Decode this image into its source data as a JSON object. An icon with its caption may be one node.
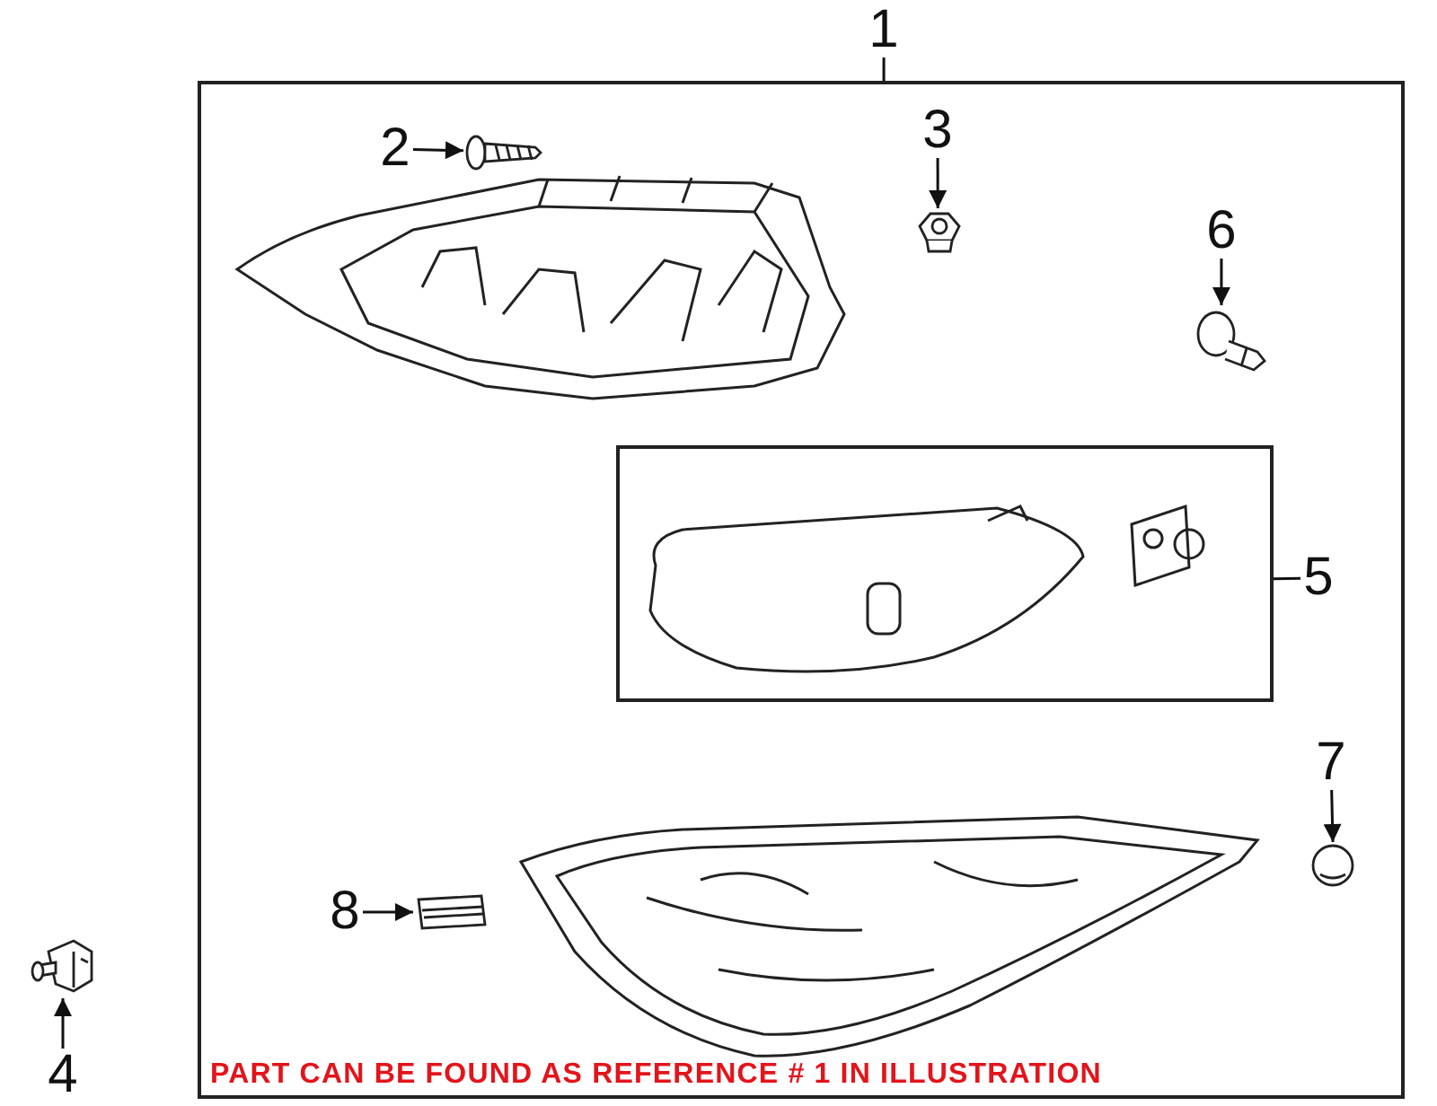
{
  "diagram": {
    "nodes": [
      {
        "text": [
          "1"
        ]
      },
      {
        "text": [],
        "shape": "box"
      },
      {
        "text": [
          "2"
        ],
        "in": 1
      },
      {
        "text": [],
        "shape": "picture",
        "in": 1
      },
      {
        "text": [
          "3"
        ],
        "in": 1
      },
      {
        "text": [],
        "shape": "picture",
        "in": 1
      },
      {
        "text": [
          "6"
        ],
        "in": 1
      },
      {
        "text": [],
        "shape": "picture",
        "in": 1
      },
      {
        "text": [],
        "shape": "box",
        "in": 1
      },
      {
        "text": [
          "5"
        ],
        "in": 1
      },
      {
        "text": [
          "7"
        ],
        "in": 1
      },
      {
        "text": [],
        "shape": "picture",
        "in": 1
      },
      {
        "text": [
          "8"
        ],
        "in": 1
      },
      {
        "text": [],
        "shape": "picture",
        "in": 1
      },
      {
        "text": [
          "4"
        ]
      },
      {
        "text": [],
        "shape": "picture"
      }
    ],
    "edges": [
      {
        "from": 0,
        "to": 1,
        "arrow": "none"
      },
      {
        "from": 2,
        "to": 3,
        "arrow": "to"
      },
      {
        "from": 4,
        "to": 5,
        "arrow": "to"
      },
      {
        "from": 6,
        "to": 7,
        "arrow": "to"
      },
      {
        "from": 9,
        "to": 8,
        "arrow": "none"
      },
      {
        "from": 10,
        "to": 11,
        "arrow": "to"
      },
      {
        "from": 12,
        "to": 13,
        "arrow": "to"
      },
      {
        "from": 14,
        "to": 15,
        "arrow": "to"
      }
    ],
    "labels": [
      "PART CAN BE FOUND AS REFERENCE # 1 IN ILLUSTRATION"
    ]
  }
}
